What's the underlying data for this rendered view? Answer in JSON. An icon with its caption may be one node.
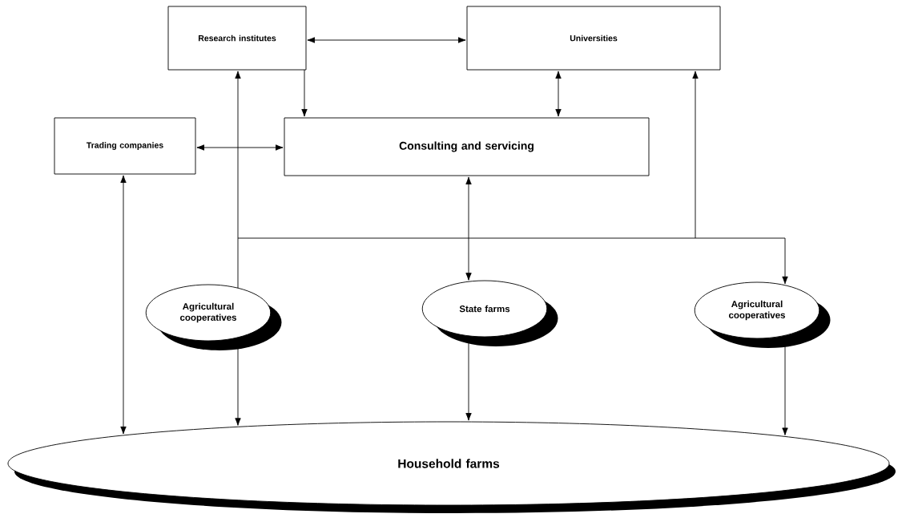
{
  "diagram": {
    "nodes": [
      {
        "text": [
          "Research institutes"
        ]
      },
      {
        "text": [
          "Universities"
        ]
      },
      {
        "text": [
          "Trading companies"
        ]
      },
      {
        "text": [
          "Consulting and servicing"
        ]
      },
      {
        "text": [
          "Agricultural cooperatives"
        ]
      },
      {
        "text": [
          "State farms"
        ]
      },
      {
        "text": [
          "Agricultural cooperatives"
        ]
      },
      {
        "text": [
          "Household farms"
        ]
      }
    ],
    "edges": [
      {
        "from": 0,
        "to": 1,
        "arrow": "both"
      },
      {
        "from": 0,
        "to": 3,
        "arrow": "to"
      },
      {
        "from": 1,
        "to": 3,
        "arrow": "both"
      },
      {
        "from": 2,
        "to": 3,
        "arrow": "both"
      },
      {
        "from": 2,
        "to": 7,
        "arrow": "both"
      },
      {
        "from": 4,
        "to": 0,
        "arrow": "to"
      },
      {
        "from": 4,
        "to": 3,
        "arrow": "to"
      },
      {
        "from": 4,
        "to": 1,
        "arrow": "to"
      },
      {
        "from": 0,
        "to": 5,
        "arrow": "both"
      },
      {
        "from": 3,
        "to": 5,
        "arrow": "both"
      },
      {
        "from": 1,
        "to": 5,
        "arrow": "both"
      },
      {
        "from": 0,
        "to": 6,
        "arrow": "both"
      },
      {
        "from": 3,
        "to": 6,
        "arrow": "both"
      },
      {
        "from": 1,
        "to": 6,
        "arrow": "both"
      },
      {
        "from": 4,
        "to": 7,
        "arrow": "to"
      },
      {
        "from": 5,
        "to": 7,
        "arrow": "to"
      },
      {
        "from": 6,
        "to": 7,
        "arrow": "to"
      }
    ]
  }
}
